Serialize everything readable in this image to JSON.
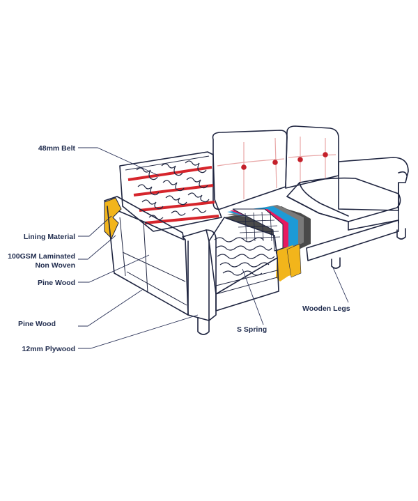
{
  "labels": {
    "belt": "48mm Belt",
    "lining": "Lining Material",
    "laminated_line1": "100GSM Laminated",
    "laminated_line2": "Non Woven",
    "pine_wood_1": "Pine Wood",
    "pine_wood_2": "Pine Wood",
    "plywood": "12mm Plywood",
    "s_spring": "S Spring",
    "wooden_legs": "Wooden Legs"
  },
  "colors": {
    "outline": "#1f2540",
    "label_text": "#1f2b4d",
    "belt_red": "#d6252c",
    "button_red": "#c4202a",
    "foam_pink": "#e8195f",
    "foam_blue": "#1d9ad6",
    "foam_gray": "#7a7a7a",
    "foam_dark": "#4a4a4a",
    "wood_yellow": "#f2b51b",
    "stitch_pink": "#e8a6a6"
  }
}
